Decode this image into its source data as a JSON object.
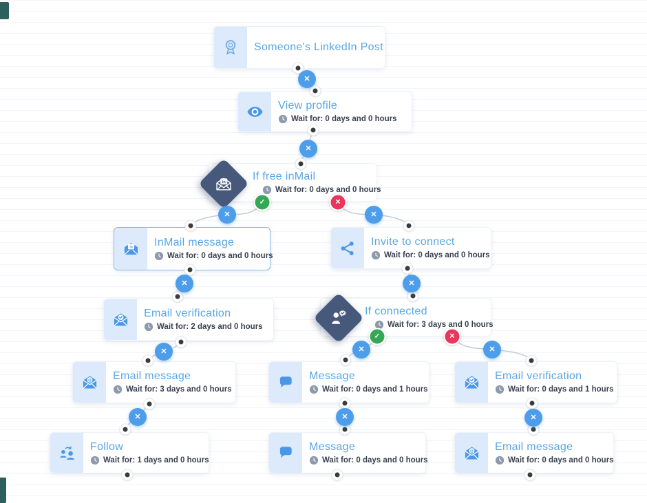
{
  "glyphs": {
    "x": "✕",
    "check": "✓"
  },
  "colors": {
    "accent_blue": "#4d9dea",
    "title_blue": "#58a6e6",
    "icon_blue": "#4a97e8",
    "icon_box_bg": "#dceafb",
    "diamond_bg": "#47597b",
    "success_green": "#35a855",
    "danger_red": "#e9365b",
    "connector_gray": "#c6cbd4",
    "wait_text": "#3a4150",
    "selected_border": "#82b9ec",
    "edge_mark_teal": "#2d605c"
  },
  "workflow": {
    "nodes": [
      {
        "id": "linkedin-post",
        "title": "Someone's LinkedIn Post",
        "icon": "award-medal-icon",
        "wait": null
      },
      {
        "id": "view-profile",
        "title": "View profile",
        "icon": "eye-icon",
        "wait": "Wait for: 0 days and 0 hours"
      },
      {
        "id": "if-free-inmail",
        "title": "If free inMail",
        "icon": "inmail-envelope-icon",
        "wait": "Wait for: 0 days and 0 hours",
        "type": "condition"
      },
      {
        "id": "inmail-message",
        "title": "InMail message",
        "icon": "inmail-envelope-icon",
        "wait": "Wait for: 0 days and 0 hours",
        "selected": true
      },
      {
        "id": "email-verification-a",
        "title": "Email verification",
        "icon": "envelope-check-icon",
        "wait": "Wait for: 2 days and 0 hours"
      },
      {
        "id": "email-message-a",
        "title": "Email message",
        "icon": "envelope-at-icon",
        "wait": "Wait for: 3 days and 0 hours"
      },
      {
        "id": "follow",
        "title": "Follow",
        "icon": "follow-users-icon",
        "wait": "Wait for: 1 days and 0 hours"
      },
      {
        "id": "invite-to-connect",
        "title": "Invite to connect",
        "icon": "share-icon",
        "wait": "Wait for: 0 days and 0 hours"
      },
      {
        "id": "if-connected",
        "title": "If connected",
        "icon": "person-check-icon",
        "wait": "Wait for: 3 days and 0 hours",
        "type": "condition"
      },
      {
        "id": "message-a",
        "title": "Message",
        "icon": "chat-bubble-icon",
        "wait": "Wait for: 0 days and 1 hours"
      },
      {
        "id": "message-b",
        "title": "Message",
        "icon": "chat-bubble-icon",
        "wait": "Wait for: 0 days and 0 hours"
      },
      {
        "id": "email-verification-b",
        "title": "Email verification",
        "icon": "envelope-check-icon",
        "wait": "Wait for: 0 days and 1 hours"
      },
      {
        "id": "email-message-b",
        "title": "Email message",
        "icon": "envelope-at-icon",
        "wait": "Wait for: 0 days and 0 hours"
      }
    ],
    "edges": [
      {
        "from": "linkedin-post",
        "to": "view-profile"
      },
      {
        "from": "view-profile",
        "to": "if-free-inmail"
      },
      {
        "from": "if-free-inmail",
        "branch": "yes",
        "to": "inmail-message"
      },
      {
        "from": "if-free-inmail",
        "branch": "no",
        "to": "invite-to-connect"
      },
      {
        "from": "inmail-message",
        "to": "email-verification-a"
      },
      {
        "from": "email-verification-a",
        "to": "email-message-a"
      },
      {
        "from": "email-message-a",
        "to": "follow"
      },
      {
        "from": "invite-to-connect",
        "to": "if-connected"
      },
      {
        "from": "if-connected",
        "branch": "yes",
        "to": "message-a"
      },
      {
        "from": "if-connected",
        "branch": "no",
        "to": "email-verification-b"
      },
      {
        "from": "message-a",
        "to": "message-b"
      },
      {
        "from": "email-verification-b",
        "to": "email-message-b"
      }
    ]
  }
}
